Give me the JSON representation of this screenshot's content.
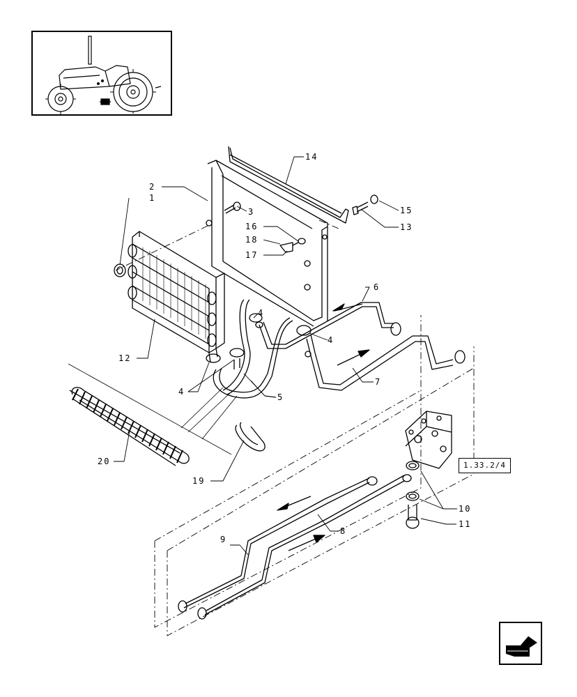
{
  "callouts": {
    "c1": "1",
    "c2": "2",
    "c3": "3",
    "c4a": "4",
    "c4b": "4",
    "c4c": "4",
    "c5": "5",
    "c6": "6",
    "c7": "7",
    "c8": "8",
    "c9": "9",
    "c10": "10",
    "c11": "11",
    "c12": "12",
    "c13": "13",
    "c14": "14",
    "c15": "15",
    "c16": "16",
    "c17": "17",
    "c18": "18",
    "c19": "19",
    "c20": "20"
  },
  "reference": {
    "page_ref": "1.33.2/4"
  },
  "icons": {
    "thumbnail": "tractor-thumbnail-icon",
    "navigation": "back-arrow-icon"
  }
}
